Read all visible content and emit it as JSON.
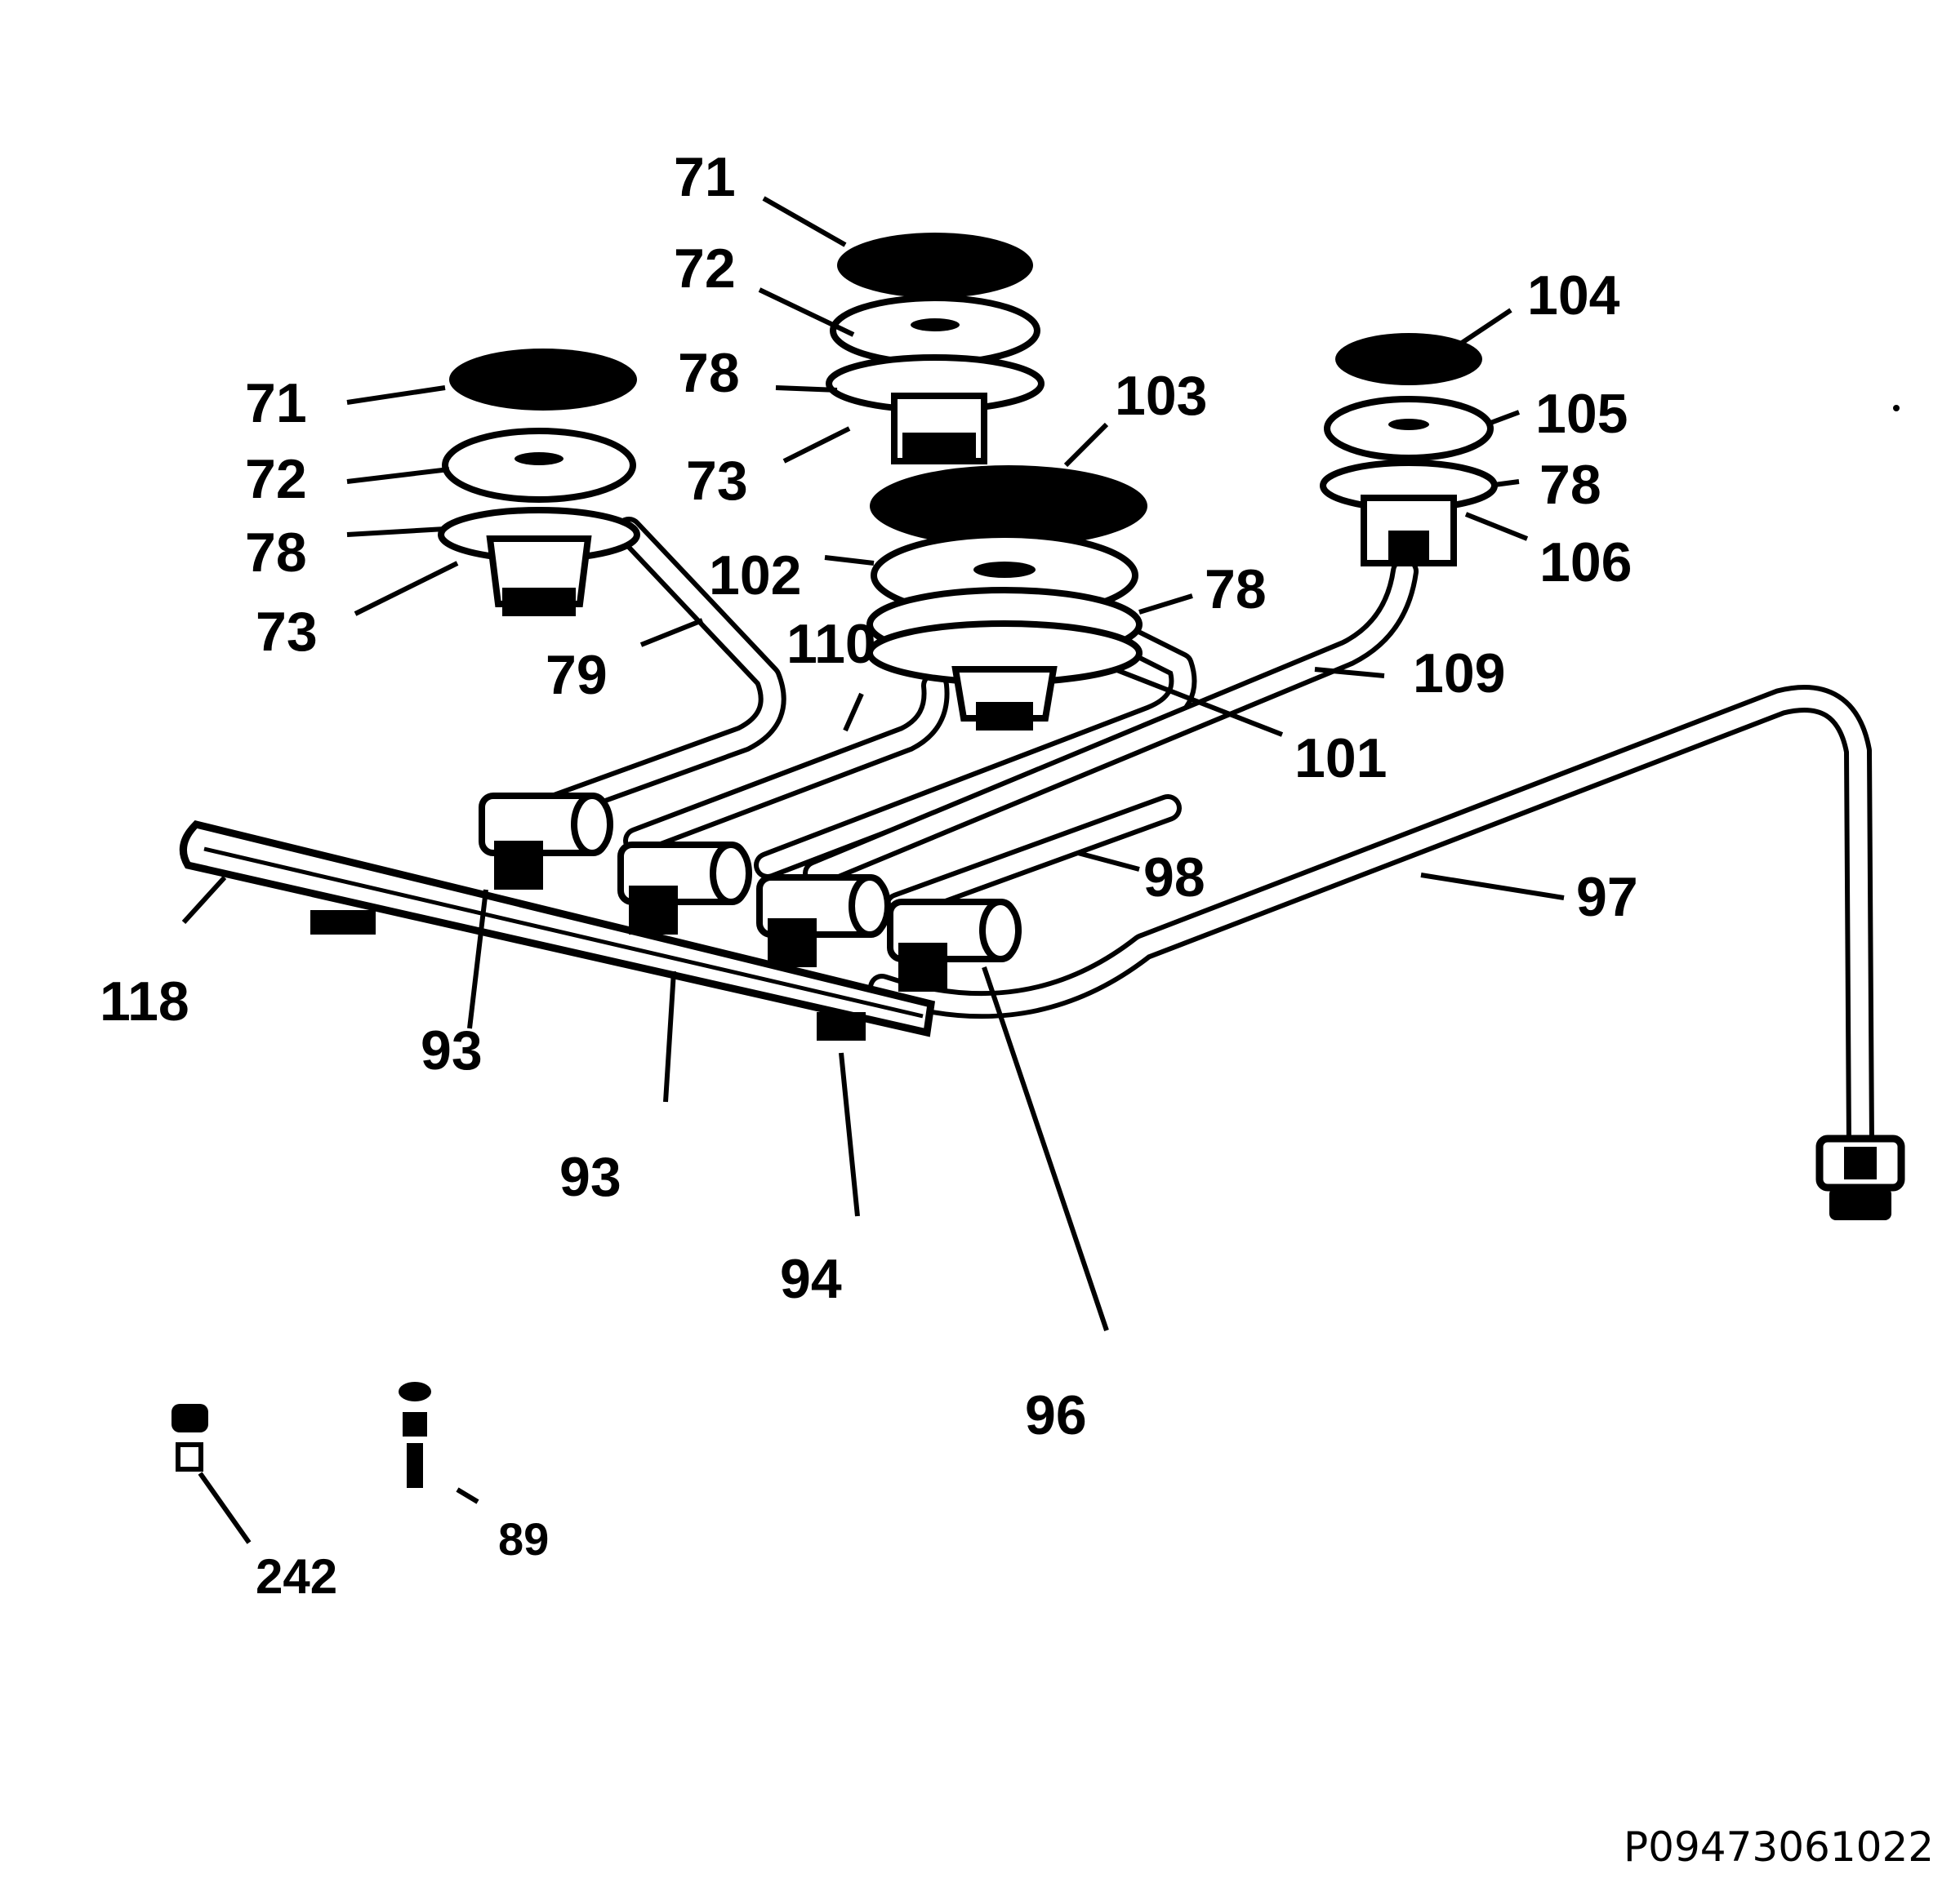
{
  "diagram": {
    "document_id": "P09473061022",
    "callouts": [
      {
        "text": "71"
      },
      {
        "text": "72"
      },
      {
        "text": "78"
      },
      {
        "text": "73"
      },
      {
        "text": "103"
      },
      {
        "text": "104"
      },
      {
        "text": "105"
      },
      {
        "text": "78"
      },
      {
        "text": "106"
      },
      {
        "text": "71"
      },
      {
        "text": "72"
      },
      {
        "text": "78"
      },
      {
        "text": "73"
      },
      {
        "text": "102"
      },
      {
        "text": "78"
      },
      {
        "text": "79"
      },
      {
        "text": "110"
      },
      {
        "text": "109"
      },
      {
        "text": "101"
      },
      {
        "text": "98"
      },
      {
        "text": "97"
      },
      {
        "text": "118"
      },
      {
        "text": "93"
      },
      {
        "text": "93"
      },
      {
        "text": "94"
      },
      {
        "text": "96"
      },
      {
        "text": "89"
      },
      {
        "text": "242"
      }
    ]
  }
}
